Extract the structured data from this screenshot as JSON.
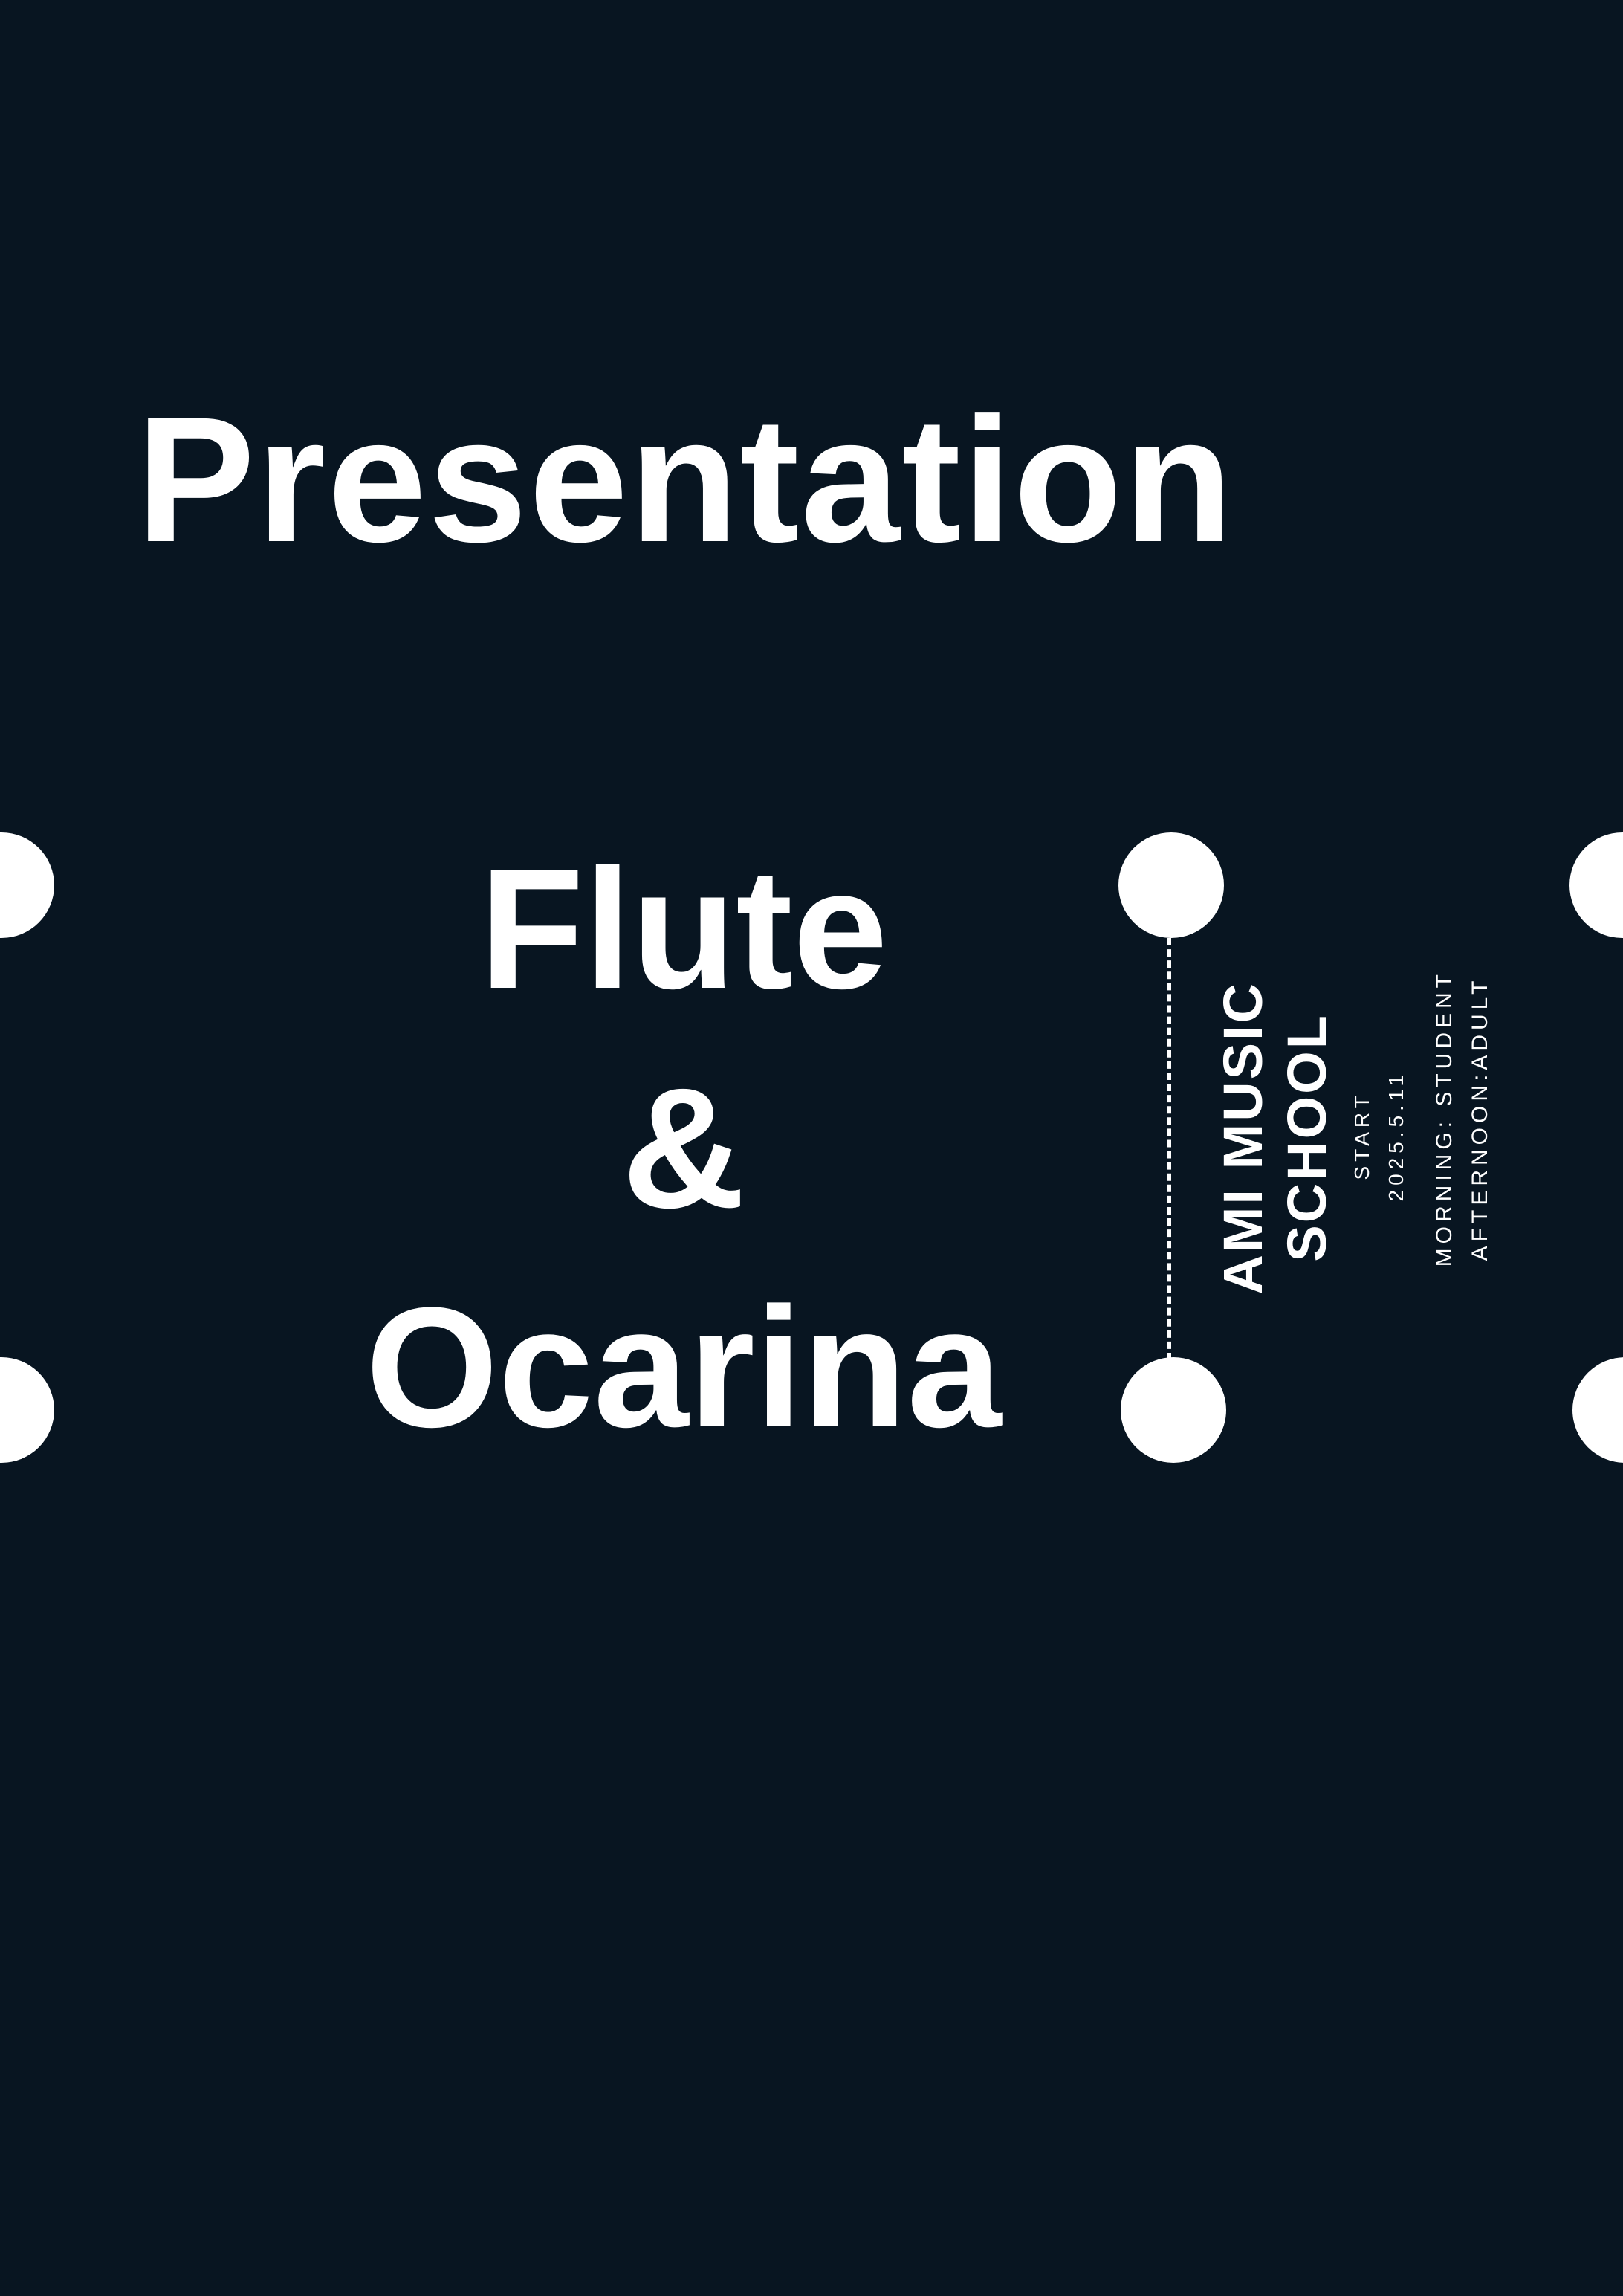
{
  "poster": {
    "title": "Presentation",
    "lines": [
      "Flute",
      "&",
      "Ocarina"
    ],
    "school_name_lines": [
      "AMI MUSIC",
      "SCHOOL"
    ],
    "start_label": "START",
    "start_date": "2025.5.11",
    "schedule": [
      "MORNING: STUDENT",
      "AFTERNOON:ADULT"
    ]
  },
  "colors": {
    "background": "#081521",
    "text": "#ffffff"
  }
}
